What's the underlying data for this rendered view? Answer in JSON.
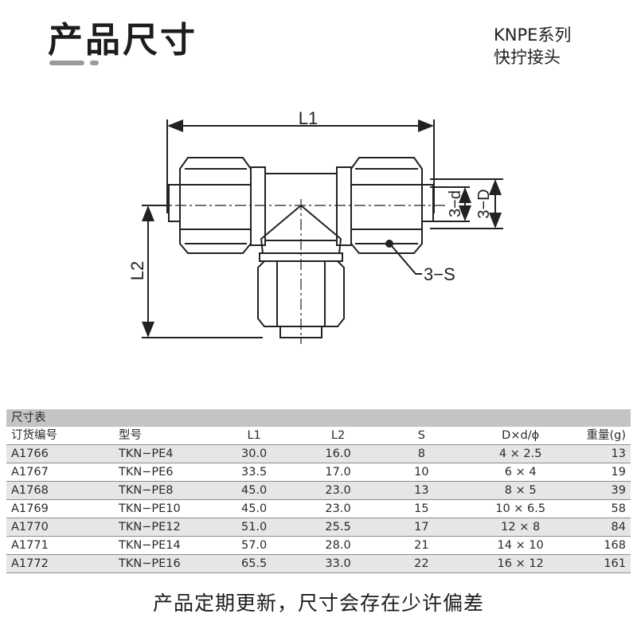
{
  "header": {
    "title": "产品尺寸",
    "series_line1": "KNPE系列",
    "series_line2": "快拧接头"
  },
  "drawing": {
    "label_l1": "L1",
    "label_l2": "L2",
    "label_d": "3−d",
    "label_D": "3−D",
    "label_s": "3−S"
  },
  "table": {
    "caption": "尺寸表",
    "headers": {
      "code": "订货编号",
      "model": "型号",
      "l1": "L1",
      "l2": "L2",
      "s": "S",
      "dd": "D×d/ϕ",
      "weight": "重量(g)"
    },
    "rows": [
      {
        "code": "A1766",
        "model": "TKN−PE4",
        "l1": "30.0",
        "l2": "16.0",
        "s": "8",
        "dd": "4 × 2.5",
        "weight": "13"
      },
      {
        "code": "A1767",
        "model": "TKN−PE6",
        "l1": "33.5",
        "l2": "17.0",
        "s": "10",
        "dd": "6 × 4",
        "weight": "19"
      },
      {
        "code": "A1768",
        "model": "TKN−PE8",
        "l1": "45.0",
        "l2": "23.0",
        "s": "13",
        "dd": "8 × 5",
        "weight": "39"
      },
      {
        "code": "A1769",
        "model": "TKN−PE10",
        "l1": "45.0",
        "l2": "23.0",
        "s": "15",
        "dd": "10 × 6.5",
        "weight": "58"
      },
      {
        "code": "A1770",
        "model": "TKN−PE12",
        "l1": "51.0",
        "l2": "25.5",
        "s": "17",
        "dd": "12 × 8",
        "weight": "84"
      },
      {
        "code": "A1771",
        "model": "TKN−PE14",
        "l1": "57.0",
        "l2": "28.0",
        "s": "21",
        "dd": "14 × 10",
        "weight": "168"
      },
      {
        "code": "A1772",
        "model": "TKN−PE16",
        "l1": "65.5",
        "l2": "33.0",
        "s": "22",
        "dd": "16 × 12",
        "weight": "161"
      }
    ]
  },
  "footer": {
    "note": "产品定期更新，尺寸会存在少许偏差"
  }
}
